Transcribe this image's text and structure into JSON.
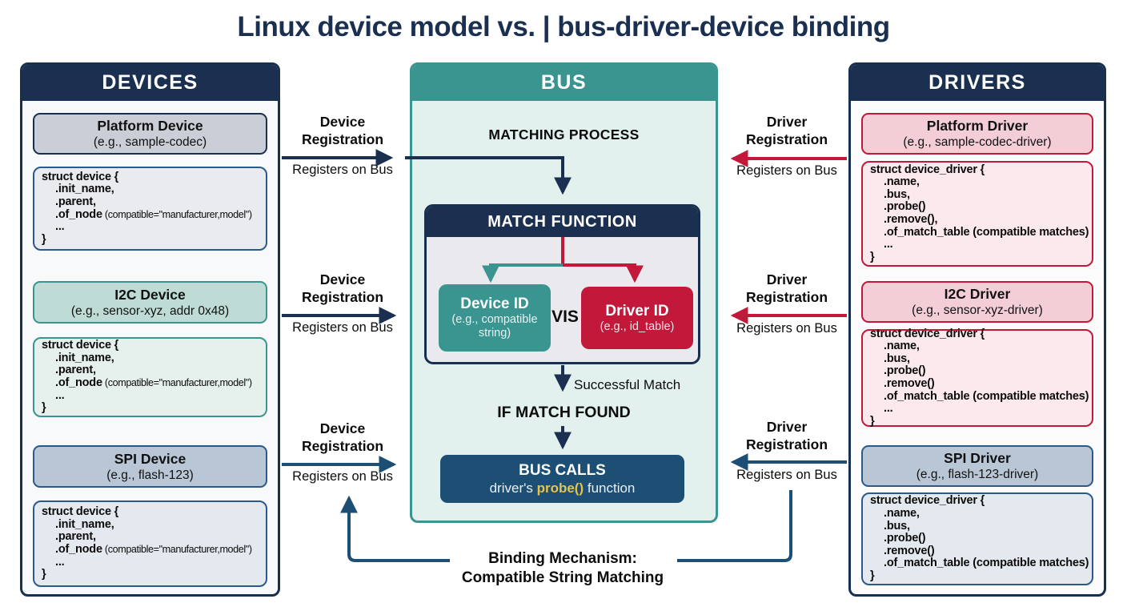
{
  "title": "Linux device model vs. | bus-driver-device binding",
  "colors": {
    "navy": "#1b3050",
    "teal": "#3a9490",
    "crimson": "#c2183a",
    "steel_blue": "#1d4e74",
    "probe_gold": "#e8c34a"
  },
  "panels": {
    "devices": {
      "header": "DEVICES",
      "cards": [
        {
          "name": "Platform Device",
          "example": "(e.g., sample-codec)"
        },
        {
          "name": "I2C Device",
          "example": "(e.g., sensor-xyz, addr 0x48)"
        },
        {
          "name": "SPI Device",
          "example": "(e.g., flash-123)"
        }
      ],
      "structs": [
        [
          {
            "code": "struct device {"
          },
          {
            "code": ".init_name,",
            "indent": 1
          },
          {
            "code": ".parent,",
            "indent": 1
          },
          {
            "code": ".of_node",
            "note": "(compatible=\"manufacturer,model\")",
            "indent": 1
          },
          {
            "code": "...",
            "indent": 1
          },
          {
            "code": "}"
          }
        ],
        [
          {
            "code": "struct device {"
          },
          {
            "code": ".init_name,",
            "indent": 1
          },
          {
            "code": ".parent,",
            "indent": 1
          },
          {
            "code": ".of_node",
            "note": "(compatible=\"manufacturer,model\")",
            "indent": 1
          },
          {
            "code": "...",
            "indent": 1
          },
          {
            "code": "}"
          }
        ],
        [
          {
            "code": "struct device {"
          },
          {
            "code": ".init_name,",
            "indent": 1
          },
          {
            "code": ".parent,",
            "indent": 1
          },
          {
            "code": ".of_node",
            "note": "(compatible=\"manufacturer,model\")",
            "indent": 1
          },
          {
            "code": "...",
            "indent": 1
          },
          {
            "code": "}"
          }
        ]
      ]
    },
    "bus": {
      "header": "BUS",
      "matching_process": "MATCHING PROCESS",
      "match_function": {
        "title": "MATCH FUNCTION",
        "device_id": {
          "name": "Device ID",
          "example": "(e.g., compatible string)"
        },
        "vs": "VIS",
        "driver_id": {
          "name": "Driver ID",
          "example": "(e.g., id_table)"
        }
      },
      "successful_match": "Successful Match",
      "if_match_found": "IF MATCH FOUND",
      "bus_calls": {
        "line1": "BUS CALLS",
        "line2_prefix": "driver's ",
        "probe": "probe()",
        "line2_suffix": " function"
      }
    },
    "drivers": {
      "header": "DRIVERS",
      "cards": [
        {
          "name": "Platform Driver",
          "example": "(e.g., sample-codec-driver)"
        },
        {
          "name": "I2C Driver",
          "example": "(e.g., sensor-xyz-driver)"
        },
        {
          "name": "SPI Driver",
          "example": "(e.g., flash-123-driver)"
        }
      ],
      "structs": [
        [
          {
            "code": "struct device_driver {"
          },
          {
            "code": ".name,",
            "indent": 1
          },
          {
            "code": ".bus,",
            "indent": 1
          },
          {
            "code": ".probe()",
            "indent": 1
          },
          {
            "code": ".remove(),",
            "indent": 1
          },
          {
            "code": ".of_match_table (compatible matches)",
            "indent": 1
          },
          {
            "code": "...",
            "indent": 1
          },
          {
            "code": "}"
          }
        ],
        [
          {
            "code": "struct device_driver {"
          },
          {
            "code": ".name,",
            "indent": 1
          },
          {
            "code": ".bus,",
            "indent": 1
          },
          {
            "code": ".probe()",
            "indent": 1
          },
          {
            "code": ".remove()",
            "indent": 1
          },
          {
            "code": ".of_match_table (compatible matches)",
            "indent": 1
          },
          {
            "code": "...",
            "indent": 1
          },
          {
            "code": "}"
          }
        ],
        [
          {
            "code": "struct device_driver {"
          },
          {
            "code": ".name,",
            "indent": 1
          },
          {
            "code": ".bus,",
            "indent": 1
          },
          {
            "code": ".probe()",
            "indent": 1
          },
          {
            "code": ".remove()",
            "indent": 1
          },
          {
            "code": ".of_match_table (compatible matches)",
            "indent": 1
          },
          {
            "code": "}"
          }
        ]
      ]
    }
  },
  "registrations": {
    "left": [
      {
        "title": "Device Registration",
        "sub": "Registers on Bus"
      },
      {
        "title": "Device Registration",
        "sub": "Registers on Bus"
      },
      {
        "title": "Device Registration",
        "sub": "Registers on Bus"
      }
    ],
    "right": [
      {
        "title": "Driver Registration",
        "sub": "Registers on Bus"
      },
      {
        "title": "Driver Registration",
        "sub": "Registers on Bus"
      },
      {
        "title": "Driver Registration",
        "sub": "Registers on Bus"
      }
    ]
  },
  "binding": {
    "line1": "Binding Mechanism:",
    "line2": "Compatible String Matching"
  }
}
